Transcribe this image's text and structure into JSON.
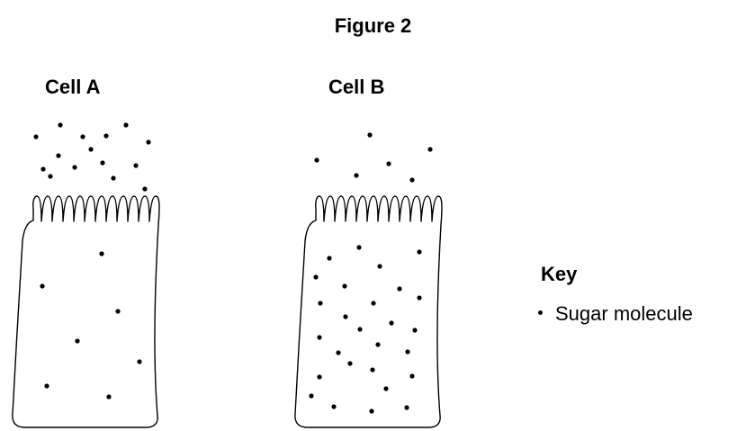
{
  "title": "Figure 2",
  "cells": [
    {
      "label": "Cell A"
    },
    {
      "label": "Cell B"
    }
  ],
  "key": {
    "title": "Key",
    "item_label": "Sugar molecule"
  },
  "sugar_molecule_counts": {
    "cell_a_outside": 15,
    "cell_a_inside": 7,
    "cell_b_outside": 6,
    "cell_b_inside": 27
  },
  "colors": {
    "ink": "#000000",
    "background": "#ffffff"
  }
}
